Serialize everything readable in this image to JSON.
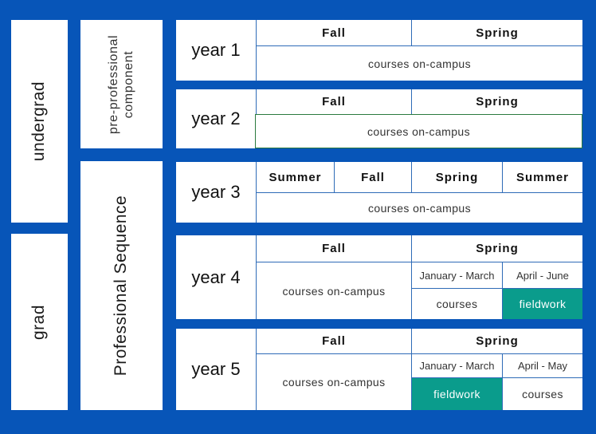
{
  "left": {
    "undergrad": "undergrad",
    "grad": "grad"
  },
  "components": {
    "pre_professional": [
      "pre-professional",
      "component"
    ],
    "professional": "Professional Sequence"
  },
  "years": {
    "y1": {
      "label": "year 1",
      "h": [
        "Fall",
        "Spring"
      ],
      "body": "courses on-campus"
    },
    "y2": {
      "label": "year 2",
      "h": [
        "Fall",
        "Spring"
      ],
      "body": "courses on-campus"
    },
    "y3": {
      "label": "year 3",
      "h": [
        "Summer",
        "Fall",
        "Spring",
        "Summer"
      ],
      "body": "courses on-campus"
    },
    "y4": {
      "label": "year 4",
      "h": [
        "Fall",
        "Spring"
      ],
      "body": "courses on-campus",
      "sub": [
        "January - March",
        "April - June"
      ],
      "cells": [
        "courses",
        "fieldwork"
      ]
    },
    "y5": {
      "label": "year 5",
      "h": [
        "Fall",
        "Spring"
      ],
      "body": "courses on-campus",
      "sub": [
        "January - March",
        "April - May"
      ],
      "cells": [
        "fieldwork",
        "courses"
      ]
    }
  },
  "colors": {
    "background": "#0755b8",
    "fieldwork": "#0a9c8c",
    "grid": "#2e6bb7"
  }
}
